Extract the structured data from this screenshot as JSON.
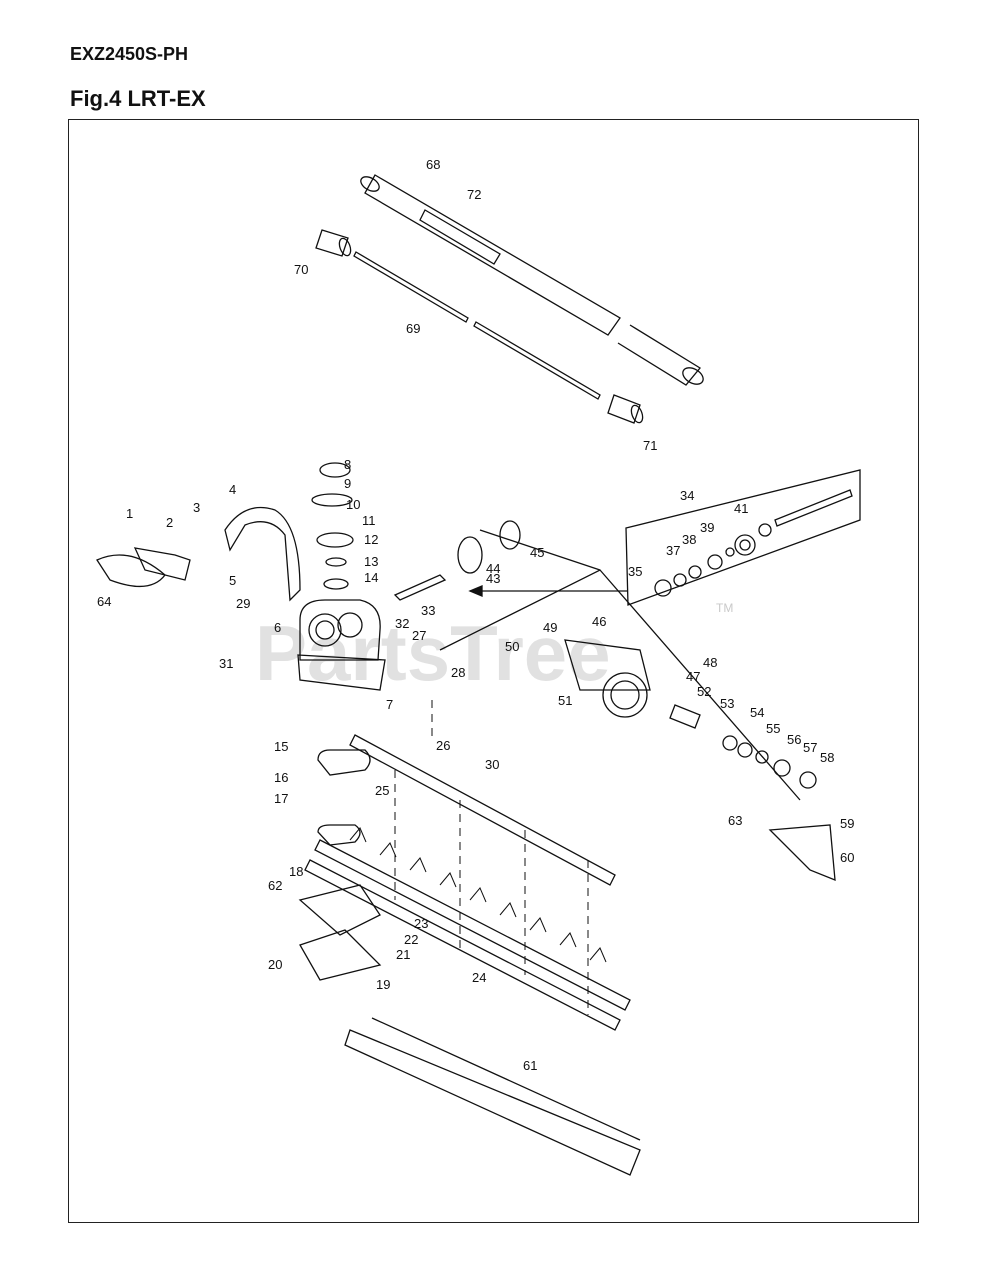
{
  "header": {
    "model": "EXZ2450S-PH",
    "figure": "Fig.4 LRT-EX"
  },
  "watermark": {
    "text": "PartsTree",
    "trademark": "TM"
  },
  "callouts": [
    "1",
    "2",
    "3",
    "4",
    "5",
    "6",
    "7",
    "8",
    "9",
    "10",
    "11",
    "12",
    "13",
    "14",
    "15",
    "16",
    "17",
    "18",
    "19",
    "20",
    "21",
    "22",
    "23",
    "24",
    "25",
    "26",
    "27",
    "28",
    "29",
    "30",
    "31",
    "32",
    "33",
    "34",
    "35",
    "37",
    "38",
    "39",
    "41",
    "43",
    "44",
    "45",
    "46",
    "47",
    "48",
    "49",
    "50",
    "51",
    "52",
    "53",
    "54",
    "55",
    "56",
    "57",
    "58",
    "59",
    "60",
    "61",
    "62",
    "63",
    "64",
    "68",
    "69",
    "70",
    "71",
    "72"
  ]
}
